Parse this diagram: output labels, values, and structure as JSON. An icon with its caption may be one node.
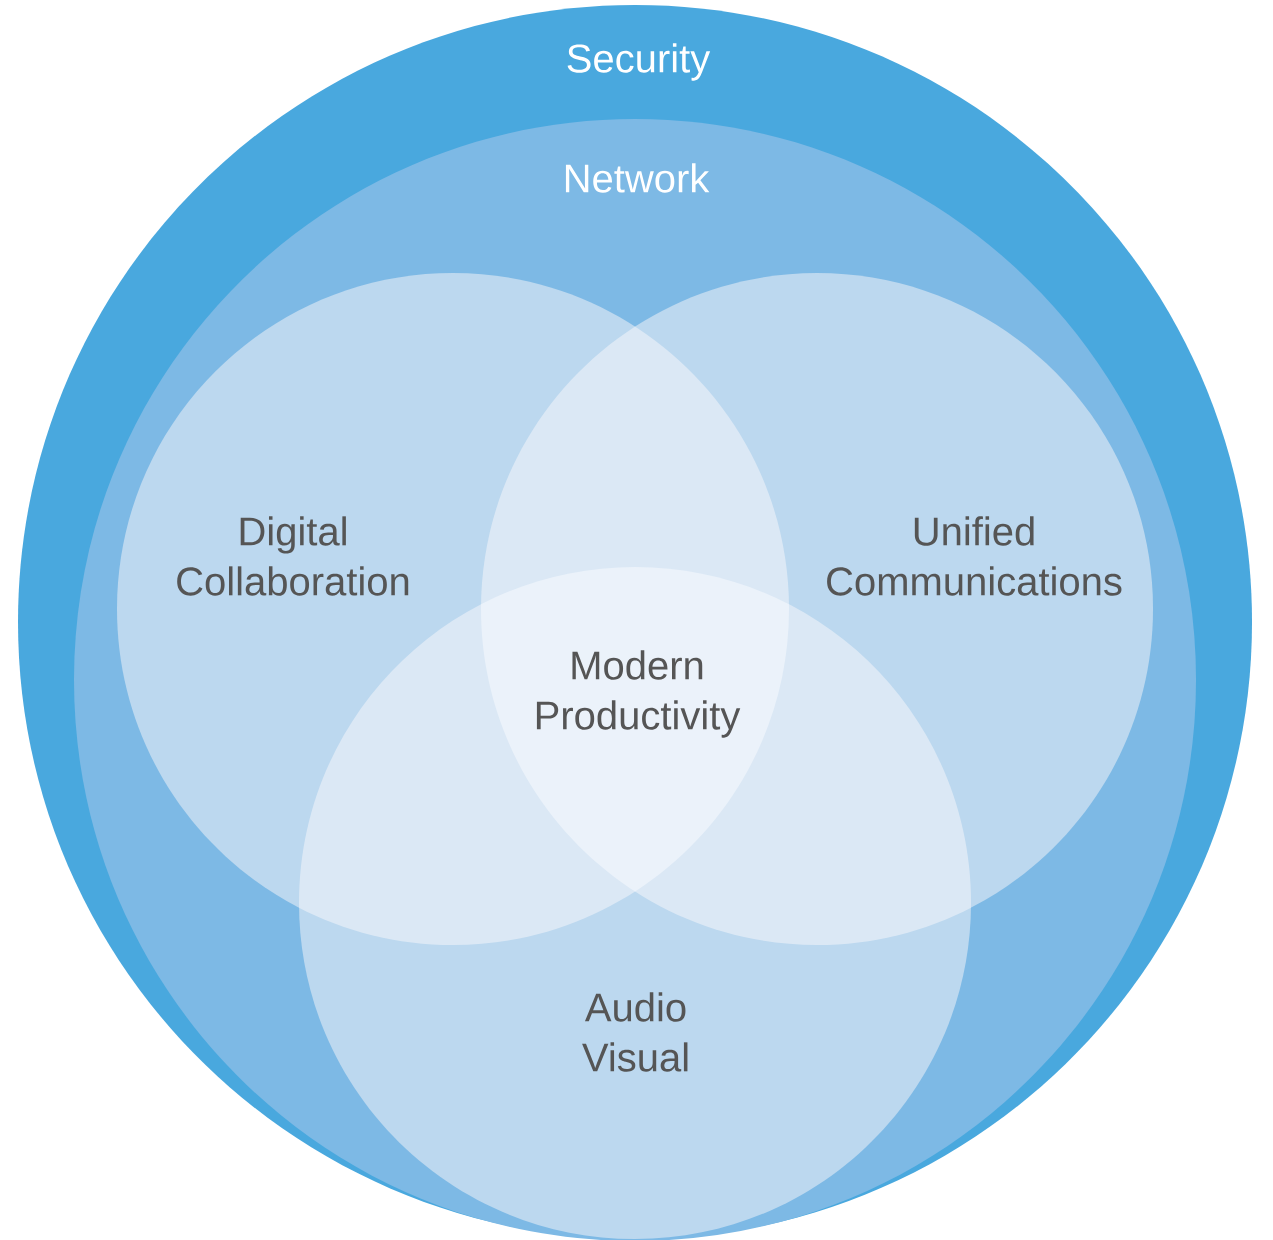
{
  "diagram": {
    "nodes": [
      {
        "text": [
          "Security"
        ]
      },
      {
        "text": [
          "Network"
        ],
        "in": 0
      },
      {
        "text": [
          "Digital Collaboration"
        ],
        "in": 1
      },
      {
        "text": [
          "Unified Communications"
        ],
        "in": 1
      },
      {
        "text": [
          "Audio Visual"
        ],
        "in": 1
      }
    ],
    "labels": [
      "Modern Productivity"
    ]
  }
}
